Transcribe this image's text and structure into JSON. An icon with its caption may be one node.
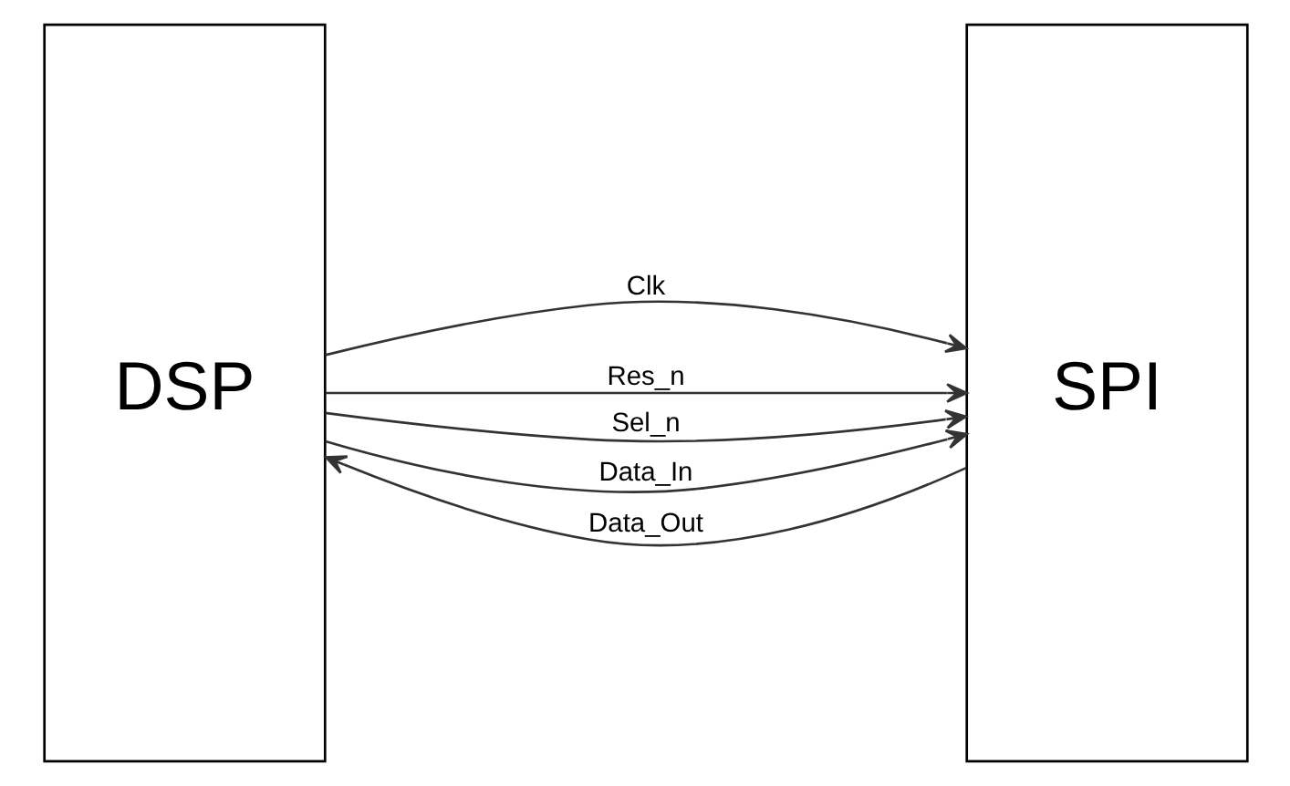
{
  "diagram": {
    "nodes": [
      {
        "text": [
          "DSP"
        ]
      },
      {
        "text": [
          "SPI"
        ]
      }
    ],
    "edges": [
      {
        "from": 0,
        "to": 1,
        "arrow": "to",
        "label": "Clk"
      },
      {
        "from": 0,
        "to": 1,
        "arrow": "to",
        "label": "Res_n"
      },
      {
        "from": 0,
        "to": 1,
        "arrow": "to",
        "label": "Sel_n"
      },
      {
        "from": 0,
        "to": 1,
        "arrow": "to",
        "label": "Data_In"
      },
      {
        "from": 1,
        "to": 0,
        "arrow": "to",
        "label": "Data_Out"
      }
    ]
  }
}
